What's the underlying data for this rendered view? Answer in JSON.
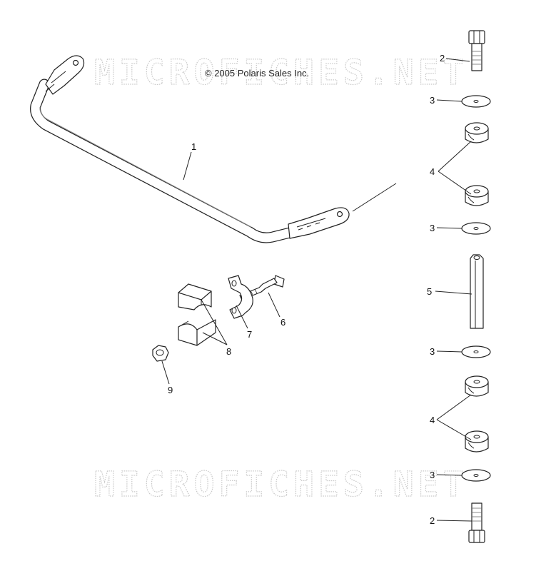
{
  "watermark": {
    "text": "MICROFICHES.NET"
  },
  "copyright": "© 2005 Polaris Sales Inc.",
  "callouts": {
    "c1": "1",
    "c2a": "2",
    "c3a": "3",
    "c4a": "4",
    "c3b": "3",
    "c5": "5",
    "c3c": "3",
    "c4b": "4",
    "c3d": "3",
    "c2b": "2",
    "c6": "6",
    "c7": "7",
    "c8": "8",
    "c9": "9"
  }
}
